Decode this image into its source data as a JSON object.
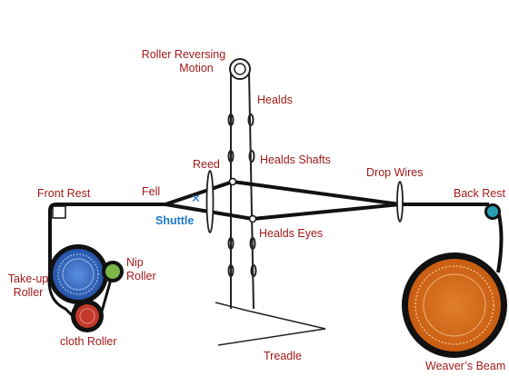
{
  "labels": {
    "roller_reversing_motion_line1": "Roller Reversing",
    "roller_reversing_motion_line2": "Motion",
    "healds": "Healds",
    "reed": "Reed",
    "healds_shafts": "Healds Shafts",
    "drop_wires": "Drop Wires",
    "front_rest": "Front Rest",
    "fell": "Fell",
    "back_rest": "Back Rest",
    "shuttle": "Shuttle",
    "healds_eyes": "Healds Eyes",
    "nip_roller_line1": "Nip",
    "nip_roller_line2": "Roller",
    "take_up_roller_line1": "Take-up",
    "take_up_roller_line2": "Roller",
    "cloth_roller": "cloth Roller",
    "treadle": "Treadle",
    "weavers_beam": "Weaver’s Beam"
  },
  "colors": {
    "label_text": "#a21a1a",
    "shuttle_text": "#1f78c8",
    "take_up_roller": "#2f5fb3",
    "nip_roller": "#7ab648",
    "cloth_roller": "#c0392b",
    "back_rest": "#2a9db5",
    "weavers_beam": "#d46a1c",
    "yarn": "#111111"
  },
  "icons": {
    "shuttle_marker": "x-mark-icon"
  }
}
